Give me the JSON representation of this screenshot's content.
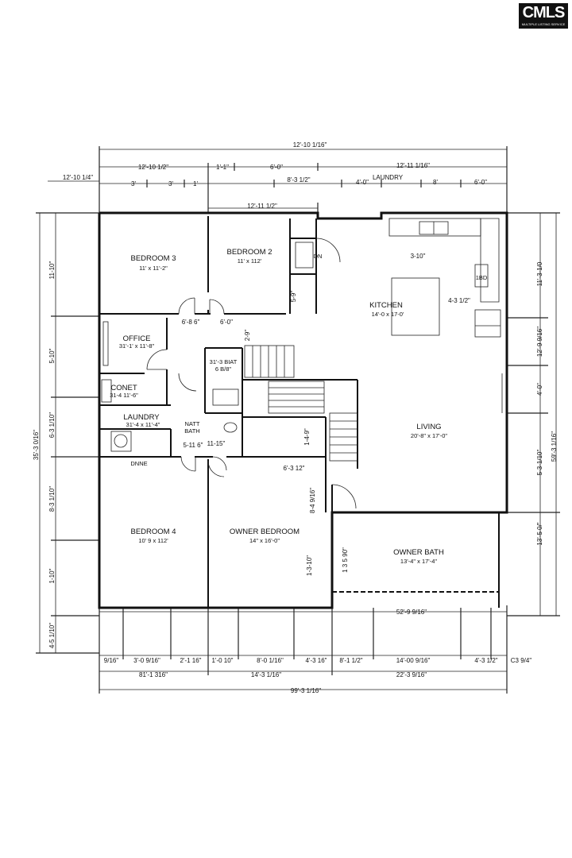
{
  "logo": {
    "text": "CMLS",
    "subtext": "MULTIPLE LISTING SERVICE"
  },
  "dimensions": {
    "top_overall": "12'-10 1/16\"",
    "top_left_a": "12'-10 1/2\"",
    "top_1": "1'-1\"",
    "top_2": "6'-0\"",
    "top_right_overall": "12'-11 1/16\"",
    "left_overall_label": "12'-10 1/4\"",
    "row2_1": "3'",
    "row2_2": "3'",
    "row2_3": "1'",
    "row2_4": "8'-3 1/2\"",
    "row2_5": "4'-0\"",
    "row2_laundry": "LAUNDRY",
    "row2_6": "8'",
    "row2_7": "6'-0\"",
    "row3": "12'-11 1/2\"",
    "left_1": "11-10\"",
    "left_2": "5-10\"",
    "left_3": "6-3 1/10\"",
    "left_4": "8-3 1/10\"",
    "left_5": "1-10\"",
    "left_6": "4-5 1/10\"",
    "left_overall": "35'-3 0/16\"",
    "right_1": "11'-3-1/0",
    "right_2": "12'-9 9/16\"",
    "right_3": "4'-0\"",
    "right_4": "5-3-1/10\"",
    "right_5": "13'-5 0/\"",
    "right_overall_a": "59'-3 1/16\"",
    "bot_a1": "9/16\"",
    "bot_a2": "3'-0 9/16\"",
    "bot_a3": "2'-1 16\"",
    "bot_a4": "1'-0 10\"",
    "bot_a5": "8'-0 1/16\"",
    "bot_a6": "4'-3 16\"",
    "bot_a7": "8'-1 1/2\"",
    "bot_a8": "14'-00 9/16\"",
    "bot_a9": "4'-3 1/2\"",
    "bot_a10": "C3 9/4\"",
    "bot_b1": "81'-1 316\"",
    "bot_b2": "14'-3 1/16\"",
    "bot_b3": "22'-3 9/16\"",
    "bot_overall": "99'-3 1/16\"",
    "owner_bath_dim": "52'-9 9/16\"",
    "interior_1": "6'-8 6\"",
    "interior_2": "6'-0\"",
    "interior_3": "2-9\"",
    "interior_4": "5-9\"",
    "interior_5": "3-10\"",
    "interior_6": "4-3 1/2\"",
    "interior_7": "6'-3 12\"",
    "interior_8": "8-4 9/16\"",
    "interior_9": "1-3-10\"",
    "interior_10": "1 3 5 90\"",
    "interior_11": "1-4-9\"",
    "interior_12": "5-11 6\"",
    "interior_13": "11-15\""
  },
  "rooms": {
    "bedroom3": {
      "name": "BEDROOM 3",
      "size": "11' x 11'-2\""
    },
    "bedroom2": {
      "name": "BEDROOM 2",
      "size": "11' x 112'"
    },
    "kitchen": {
      "name": "KITCHEN",
      "size": "14'-0 x 17-0'"
    },
    "office": {
      "name": "OFFICE",
      "size": "31'-1' x 11'-8\""
    },
    "bath_small": {
      "name": "31'-3 BIAT",
      "size": "6 B/8\""
    },
    "closet": {
      "name": "CONET",
      "size": "31-4 11'-6\""
    },
    "laundry": {
      "name": "LAUNDRY",
      "size": "31'-4 x 11'-4\""
    },
    "natt_bath": {
      "name": "NATT",
      "size": "BATH"
    },
    "dinne": {
      "name": "DNNE"
    },
    "living": {
      "name": "LIVING",
      "size": "20'-8\" x 17'-0\""
    },
    "bedroom4": {
      "name": "BEDROOM 4",
      "size": "10' 9 x 112'"
    },
    "owner_bedroom": {
      "name": "OWNER BEDROOM",
      "size": "14\" x 16'-0\""
    },
    "owner_bath": {
      "name": "OWNER BATH",
      "size": "13'-4\" x 17'-4\""
    }
  },
  "labels": {
    "dn": "DN",
    "fridge": "1BD"
  }
}
